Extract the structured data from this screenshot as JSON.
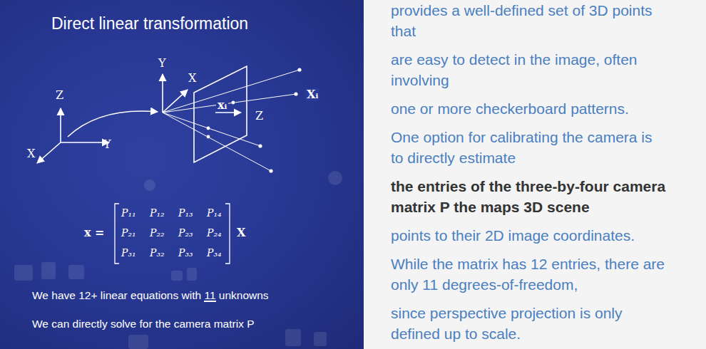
{
  "diagram": {
    "title": "Direct linear transformation",
    "labels": [
      "Z",
      "Y",
      "X",
      "Y",
      "X",
      "xᵢ",
      "Z",
      "Xᵢ",
      "x =",
      "P₁₁",
      "P₁₂",
      "P₁₃",
      "P₁₄",
      "P₂₁",
      "P₂₂",
      "P₂₃",
      "P₂₄",
      "P₃₁",
      "P₃₂",
      "P₃₃",
      "P₃₄",
      "X",
      "We have 12+ linear equations with 11 unknowns",
      "We can directly solve for the camera matrix P",
      "provides a well-defined set of 3D points",
      "that",
      "are easy to detect in the image, often",
      "involving",
      "one or more checkerboard patterns.",
      "One option for calibrating the camera is",
      "to directly estimate",
      "the entries of the three-by-four camera",
      "matrix P the maps 3D scene",
      "points to their 2D image coordinates.",
      "While the matrix has 12 entries, there are",
      "only 11 degrees-of-freedom,",
      "since perspective projection is only",
      "defined up to scale."
    ]
  }
}
